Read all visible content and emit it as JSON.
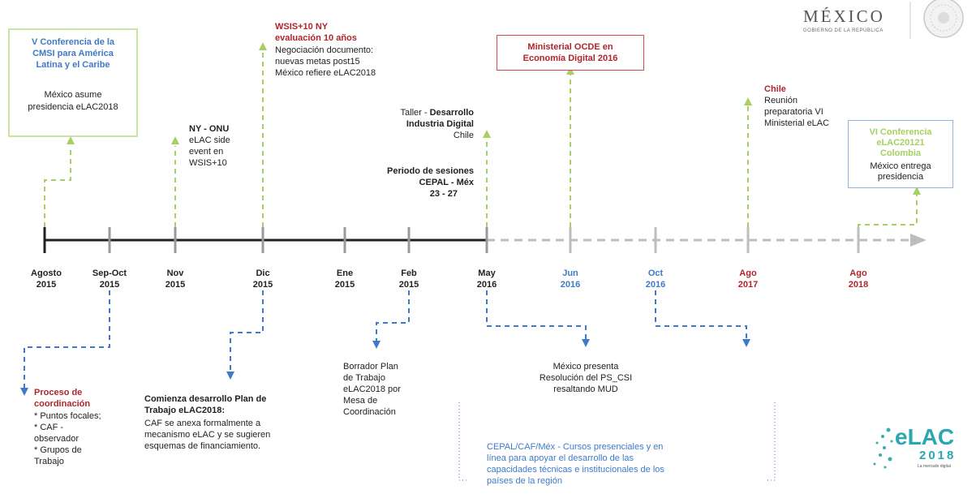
{
  "header": {
    "logo_word": "MÉXICO",
    "logo_sub": "GOBIERNO DE LA REPÚBLICA",
    "seal_icon": "coat-of-arms-seal"
  },
  "timeline": {
    "dates": [
      {
        "month": "Agosto",
        "year": "2015",
        "color": "#222222"
      },
      {
        "month": "Sep-Oct",
        "year": "2015",
        "color": "#222222"
      },
      {
        "month": "Nov",
        "year": "2015",
        "color": "#222222"
      },
      {
        "month": "Dic",
        "year": "2015",
        "color": "#222222"
      },
      {
        "month": "Ene",
        "year": "2015",
        "color": "#222222"
      },
      {
        "month": "Feb",
        "year": "2015",
        "color": "#222222"
      },
      {
        "month": "May",
        "year": "2016",
        "color": "#222222"
      },
      {
        "month": "Jun",
        "year": "2016",
        "color": "#3f79c9"
      },
      {
        "month": "Oct",
        "year": "2016",
        "color": "#3f79c9"
      },
      {
        "month": "Ago",
        "year": "2017",
        "color": "#b0252b"
      },
      {
        "month": "Ago",
        "year": "2018",
        "color": "#b0252b"
      }
    ]
  },
  "events_above": {
    "v_conferencia": {
      "title_1": "V Conferencia de la",
      "title_2": "CMSI para América",
      "title_3": "Latina y el Caribe",
      "body_1": "México asume",
      "body_2": "presidencia eLAC2018"
    },
    "ny_onu": {
      "title": "NY - ONU",
      "body_1": "eLAC side",
      "body_2": "event en",
      "body_3": "WSIS+10"
    },
    "wsis": {
      "title_1": "WSIS+10 NY",
      "title_2": "evaluación 10 años",
      "body_1": "Negociación documento:",
      "body_2": "nuevas metas post15",
      "body_3": "México refiere eLAC2018"
    },
    "taller": {
      "prefix": "Taller - ",
      "title_1": "Desarrollo",
      "title_2": "Industria Digital",
      "body": "Chile"
    },
    "periodo": {
      "title_1": "Periodo de sesiones",
      "title_2": "CEPAL - Méx",
      "title_3": "23 - 27"
    },
    "ocde": {
      "title_1": "Ministerial OCDE en",
      "title_2": "Economía Digital 2016"
    },
    "chile": {
      "title": "Chile",
      "body_1": "Reunión",
      "body_2": "preparatoria VI",
      "body_3": "Ministerial eLAC"
    },
    "vi_conferencia": {
      "title_1": "VI Conferencia",
      "title_2": "eLAC20121",
      "title_3": "Colombia",
      "body_1": "México entrega",
      "body_2": "presidencia"
    }
  },
  "events_below": {
    "proceso": {
      "title_1": "Proceso de",
      "title_2": "coordinación",
      "items": [
        "* Puntos focales;",
        "* CAF -",
        "observador",
        "* Grupos de",
        "Trabajo"
      ]
    },
    "comienza": {
      "title_1": "Comienza desarrollo Plan de",
      "title_2": "Trabajo eLAC2018:",
      "body_1": "CAF se anexa formalmente a",
      "body_2": "mecanismo eLAC y se sugieren",
      "body_3": "esquemas de financiamiento."
    },
    "borrador": {
      "lines": [
        "Borrador Plan",
        "de Trabajo",
        "eLAC2018 por",
        "Mesa de",
        "Coordinación"
      ]
    },
    "mexico_presenta": {
      "lines": [
        "México presenta",
        "Resolución del PS_CSI",
        "resaltando MUD"
      ]
    },
    "cepal_cursos": {
      "lines": [
        "CEPAL/CAF/Méx - Cursos presenciales y en",
        "línea para apoyar el desarrollo de las",
        "capacidades técnicas e institucionales de los",
        "países de la región"
      ]
    }
  },
  "footer_logo": {
    "brand": "eLAC",
    "year": "2018",
    "tagline": "La mercado digital"
  },
  "colors": {
    "green": "#a8cf62",
    "blue": "#3f79c9",
    "red": "#b0252b",
    "axis_solid": "#222222",
    "axis_dashed": "#bdbdbd",
    "tick": "#9a9a9a"
  }
}
